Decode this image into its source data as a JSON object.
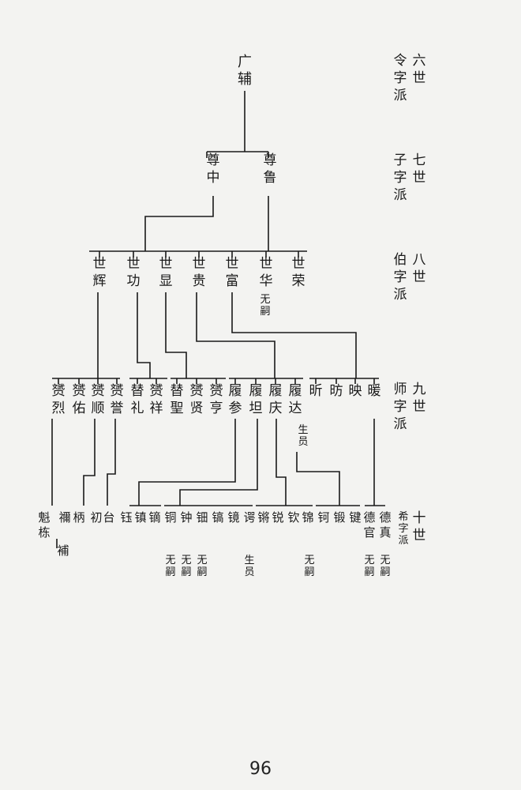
{
  "generations": [
    {
      "num": "六世",
      "pai": "令字派"
    },
    {
      "num": "七世",
      "pai": "子字派"
    },
    {
      "num": "八世",
      "pai": "伯字派"
    },
    {
      "num": "九世",
      "pai": "师字派"
    },
    {
      "num": "十世",
      "pai": "希字派"
    }
  ],
  "gen6": [
    "广辅"
  ],
  "gen7": [
    "尊中",
    "尊鲁"
  ],
  "gen8": [
    "世辉",
    "世功",
    "世显",
    "世贵",
    "世富",
    "世华",
    "世荣"
  ],
  "gen9": [
    "赟烈",
    "赟佑",
    "赟顺",
    "赟誉",
    "替礼",
    "赟祥",
    "替聖",
    "赟贤",
    "赟亨",
    "履参",
    "履坦",
    "履庆",
    "履达",
    "昕",
    "昉",
    "映",
    "暖"
  ],
  "gen10": [
    "魁栋",
    "禰",
    "補",
    "柄",
    "初",
    "台",
    "钰",
    "镇",
    "镝",
    "铜",
    "钟",
    "钿",
    "镐",
    "镜",
    "谔",
    "锵",
    "锐",
    "钦",
    "锦",
    "钶",
    "锻",
    "键",
    "德官",
    "德真"
  ],
  "notes": {
    "wusi": "无嗣",
    "shengyuan": "生员"
  },
  "page_number": "96"
}
